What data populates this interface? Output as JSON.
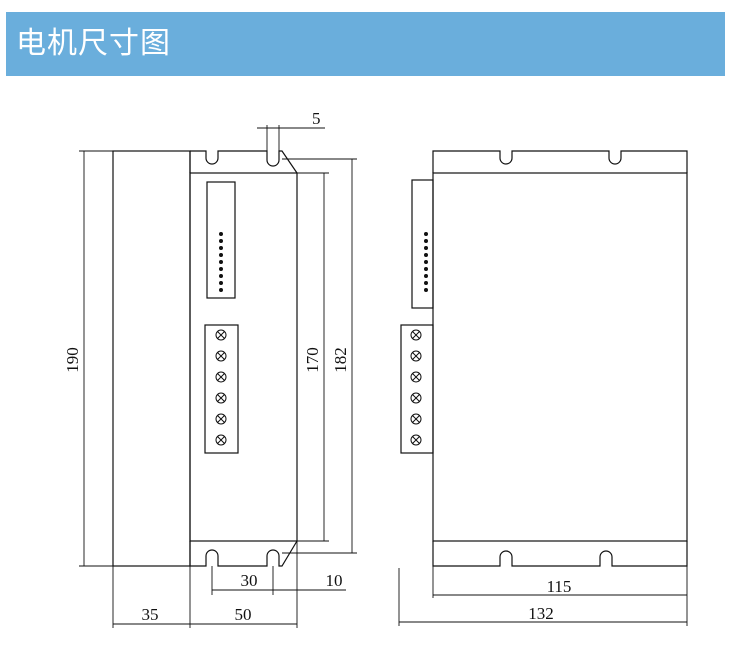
{
  "header": {
    "title": "电机尺寸图"
  },
  "dimensions": {
    "front_total_height": "190",
    "inner_height": "170",
    "outer_height": "182",
    "slot_width": "5",
    "heatsink_depth": "35",
    "front_width": "50",
    "hole_spacing": "30",
    "edge_offset": "10",
    "side_hole_spacing": "115",
    "side_total_width": "132"
  },
  "colors": {
    "banner": "#6aaedc",
    "banner_text": "#ffffff",
    "line": "#111111"
  }
}
